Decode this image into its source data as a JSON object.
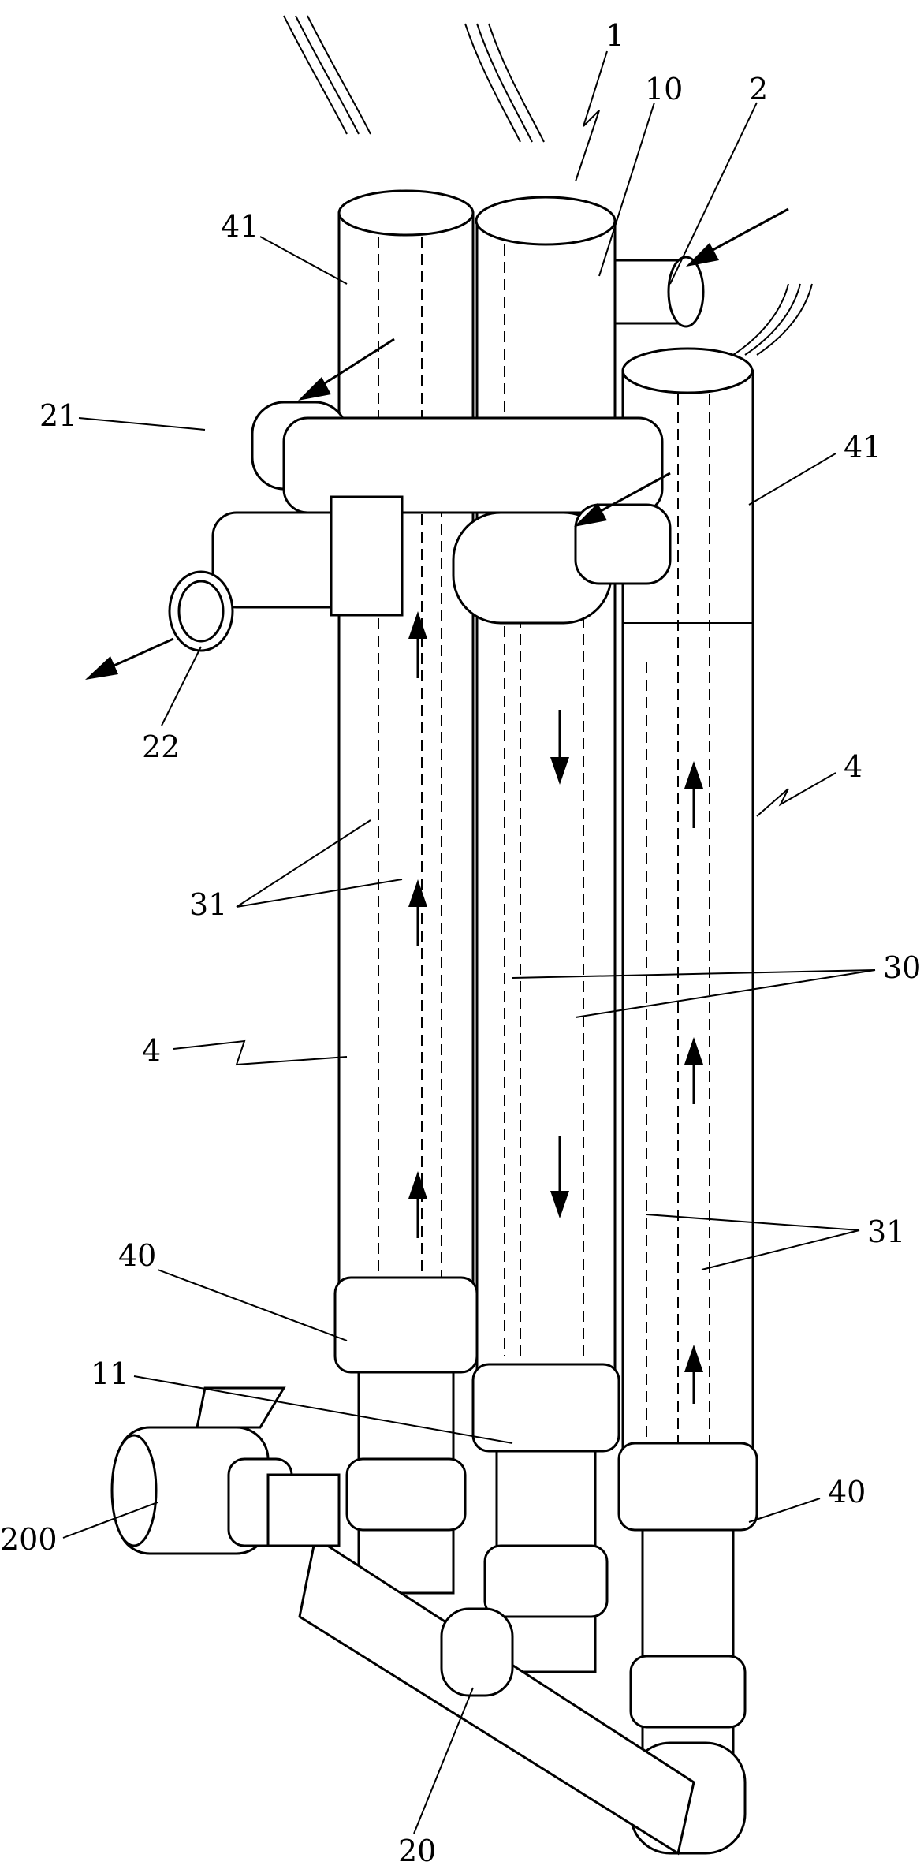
{
  "labels": {
    "l1": "1",
    "l10": "10",
    "l2": "2",
    "l41a": "41",
    "l41b": "41",
    "l21": "21",
    "l22": "22",
    "l4a": "4",
    "l4b": "4",
    "l31a": "31",
    "l31b": "31",
    "l30": "30",
    "l40a": "40",
    "l40b": "40",
    "l11": "11",
    "l200": "200",
    "l20": "20"
  }
}
